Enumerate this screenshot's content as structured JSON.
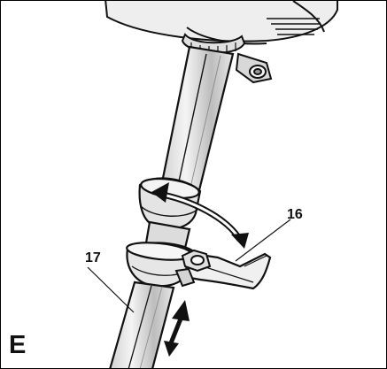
{
  "figure": {
    "label": "E",
    "callouts": [
      {
        "id": "callout-16",
        "text": "16"
      },
      {
        "id": "callout-17",
        "text": "17"
      }
    ]
  },
  "colors": {
    "line": "#111111",
    "shade": "#d9d9d9",
    "light": "#f2f2f2",
    "background": "#ffffff"
  }
}
